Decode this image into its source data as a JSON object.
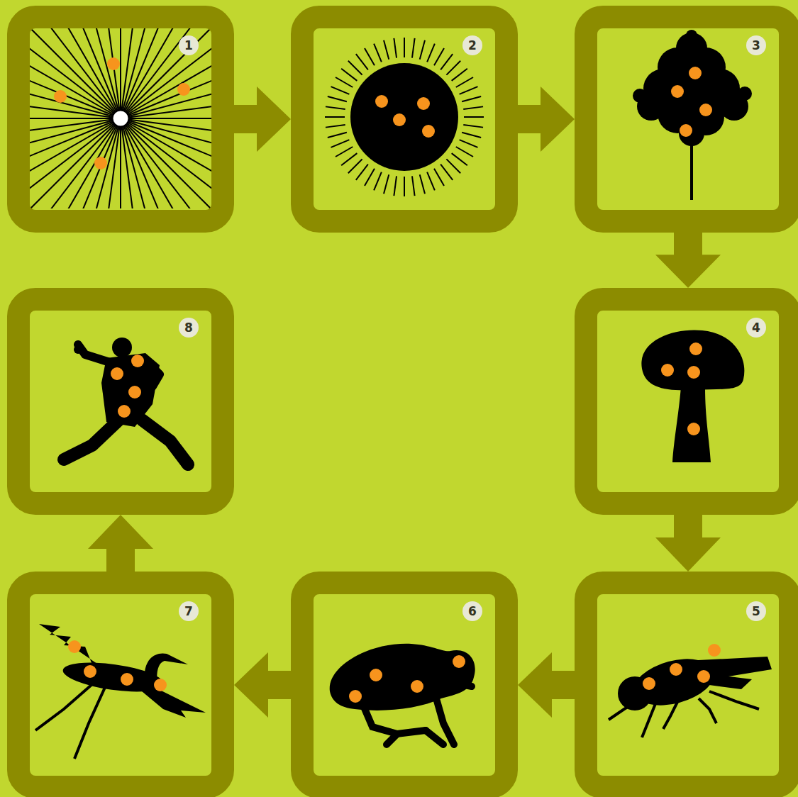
{
  "diagram": {
    "nodes": [
      {
        "text": [
          "1"
        ]
      },
      {
        "text": [
          "2"
        ]
      },
      {
        "text": [
          "3"
        ]
      },
      {
        "text": [
          "4"
        ]
      },
      {
        "text": [
          "5"
        ]
      },
      {
        "text": [
          "6"
        ]
      },
      {
        "text": [
          "7"
        ]
      },
      {
        "text": [
          "8"
        ]
      }
    ],
    "edges": [
      {
        "from": 0,
        "to": 1,
        "arrow": "to"
      },
      {
        "from": 1,
        "to": 2,
        "arrow": "to"
      },
      {
        "from": 2,
        "to": 3,
        "arrow": "to"
      },
      {
        "from": 3,
        "to": 4,
        "arrow": "to"
      },
      {
        "from": 4,
        "to": 5,
        "arrow": "to"
      },
      {
        "from": 5,
        "to": 6,
        "arrow": "to"
      },
      {
        "from": 6,
        "to": 7,
        "arrow": "to"
      }
    ]
  }
}
